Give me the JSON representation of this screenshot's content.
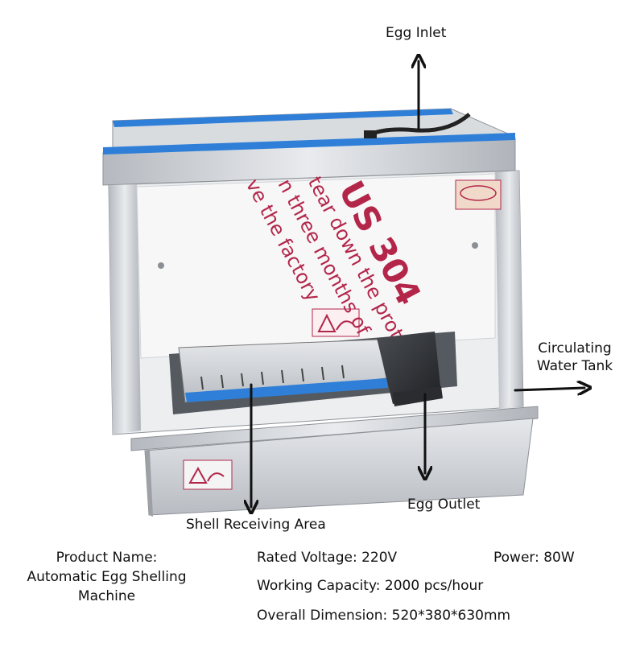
{
  "callouts": {
    "egg_inlet": "Egg Inlet",
    "circulating_water_tank_line1": "Circulating",
    "circulating_water_tank_line2": "Water Tank",
    "egg_outlet": "Egg Outlet",
    "shell_receiving_area": "Shell Receiving Area"
  },
  "machine_print": {
    "material_mark": "US 304",
    "sticker_line1": "tear down the protecti",
    "sticker_line2": "n three months of prod",
    "sticker_line3": "ve the factory"
  },
  "specs": {
    "product_name_label": "Product Name:",
    "product_name_line1": "Automatic Egg Shelling",
    "product_name_line2": "Machine",
    "rated_voltage": "Rated Voltage: 220V",
    "power": "Power: 80W",
    "working_capacity": "Working Capacity: 2000 pcs/hour",
    "overall_dimension": "Overall Dimension: 520*380*630mm"
  },
  "colors": {
    "accent_blue": "#2f7fd8",
    "steel": "#c9ccd1",
    "print_red": "#b3264a",
    "arrow": "#111111"
  }
}
